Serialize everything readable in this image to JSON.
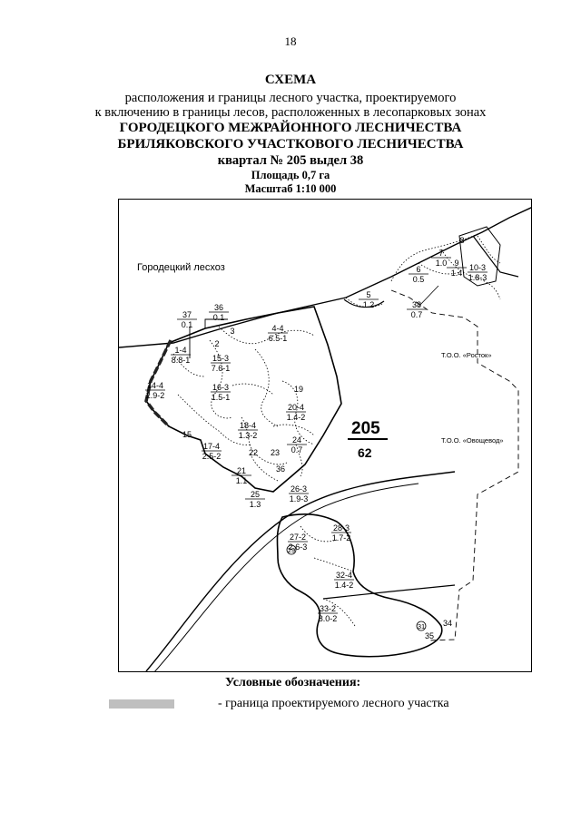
{
  "page_number": "18",
  "title": {
    "line1": "СХЕМА",
    "line2": "расположения и границы лесного участка, проектируемого",
    "line3": "к включению в границы лесов, расположенных в лесопарковых зонах",
    "line4": "ГОРОДЕЦКОГО МЕЖРАЙОННОГО ЛЕСНИЧЕСТВА",
    "line5": "БРИЛЯКОВСКОГО УЧАСТКОВОГО ЛЕСНИЧЕСТВА",
    "line6": "квартал № 205 выдел 38",
    "area": "Площадь 0,7 га",
    "scale": "Масштаб 1:10 000"
  },
  "map": {
    "region_label": "Городецкий лесхоз",
    "quarter_number": "205",
    "quarter_sub": "62",
    "org_rostok": "Т.О.О. «Росток»",
    "org_ovoshchevod": "Т.О.О. «Овощевод»",
    "plots": [
      {
        "top": "37",
        "bottom": "0.1"
      },
      {
        "top": "36",
        "bottom": "0.1"
      },
      {
        "top": "1-4",
        "bottom": "8.8-1"
      },
      {
        "top": "4-4",
        "bottom": "6.5-1"
      },
      {
        "top": "15-3",
        "bottom": "7.6-1"
      },
      {
        "top": "16-3",
        "bottom": "1.5-1"
      },
      {
        "top": "14-4",
        "bottom": "2.9-2"
      },
      {
        "top": "18-4",
        "bottom": "1.3-2"
      },
      {
        "top": "17-4",
        "bottom": "2.5-2"
      },
      {
        "top": "20-4",
        "bottom": "1.4-2"
      },
      {
        "top": "24",
        "bottom": "0.7"
      },
      {
        "top": "21",
        "bottom": "1.1"
      },
      {
        "top": "25",
        "bottom": "1.3"
      },
      {
        "top": "26-3",
        "bottom": "1.9-3"
      },
      {
        "top": "5",
        "bottom": "1.2"
      },
      {
        "top": "6",
        "bottom": "0.5"
      },
      {
        "top": "7",
        "bottom": "1.0"
      },
      {
        "top": "9",
        "bottom": "1.4"
      },
      {
        "top": "10-3",
        "bottom": "1.8-3"
      },
      {
        "top": "38",
        "bottom": "0.7"
      },
      {
        "top": "27-2",
        "bottom": "2.6-3"
      },
      {
        "top": "28-3",
        "bottom": "1.7-2"
      },
      {
        "top": "32-4",
        "bottom": "1.4-2"
      },
      {
        "top": "33-2",
        "bottom": "8.0-2"
      }
    ],
    "single_labels": [
      "2",
      "3",
      "8",
      "15",
      "19",
      "22",
      "23",
      "36",
      "34",
      "35",
      "31",
      "29"
    ]
  },
  "legend": {
    "title": "Условные обозначения:",
    "item": "- граница проектируемого лесного участка"
  }
}
